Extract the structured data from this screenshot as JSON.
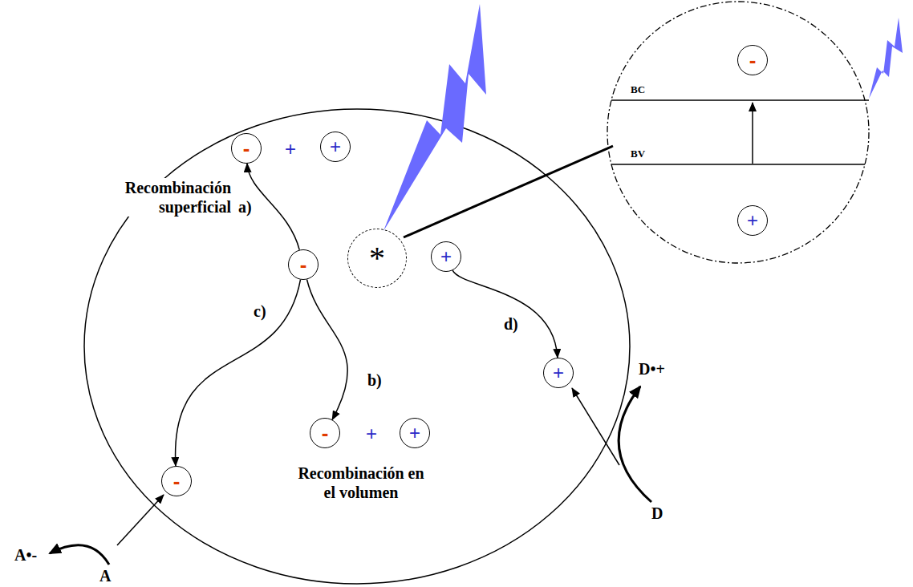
{
  "diagram": {
    "nodes": [
      {
        "text": [
          "-"
        ]
      },
      {
        "text": [
          "+"
        ]
      },
      {
        "text": [
          "-"
        ]
      },
      {
        "text": [
          "*"
        ]
      },
      {
        "text": [
          "-"
        ]
      },
      {
        "text": [
          "+"
        ]
      },
      {
        "text": [
          "+"
        ]
      },
      {
        "text": [
          "-"
        ]
      },
      {
        "text": [
          "+"
        ]
      },
      {
        "text": [
          "+"
        ]
      },
      {
        "text": [
          "-"
        ]
      }
    ],
    "edges": [
      {
        "from": 4,
        "to": 0,
        "arrow": "to",
        "label": "a)"
      },
      {
        "from": 4,
        "to": 7,
        "arrow": "to",
        "label": "b)"
      },
      {
        "from": 4,
        "to": 10,
        "arrow": "to",
        "label": "c)"
      },
      {
        "from": 5,
        "to": 9,
        "arrow": "to",
        "label": "d)"
      }
    ],
    "labels": [
      "Recombinación superficial",
      "+",
      "BC",
      "BV",
      "Recombinación en el volumen",
      "+",
      "A•-",
      "A",
      "D•+",
      "D"
    ]
  }
}
